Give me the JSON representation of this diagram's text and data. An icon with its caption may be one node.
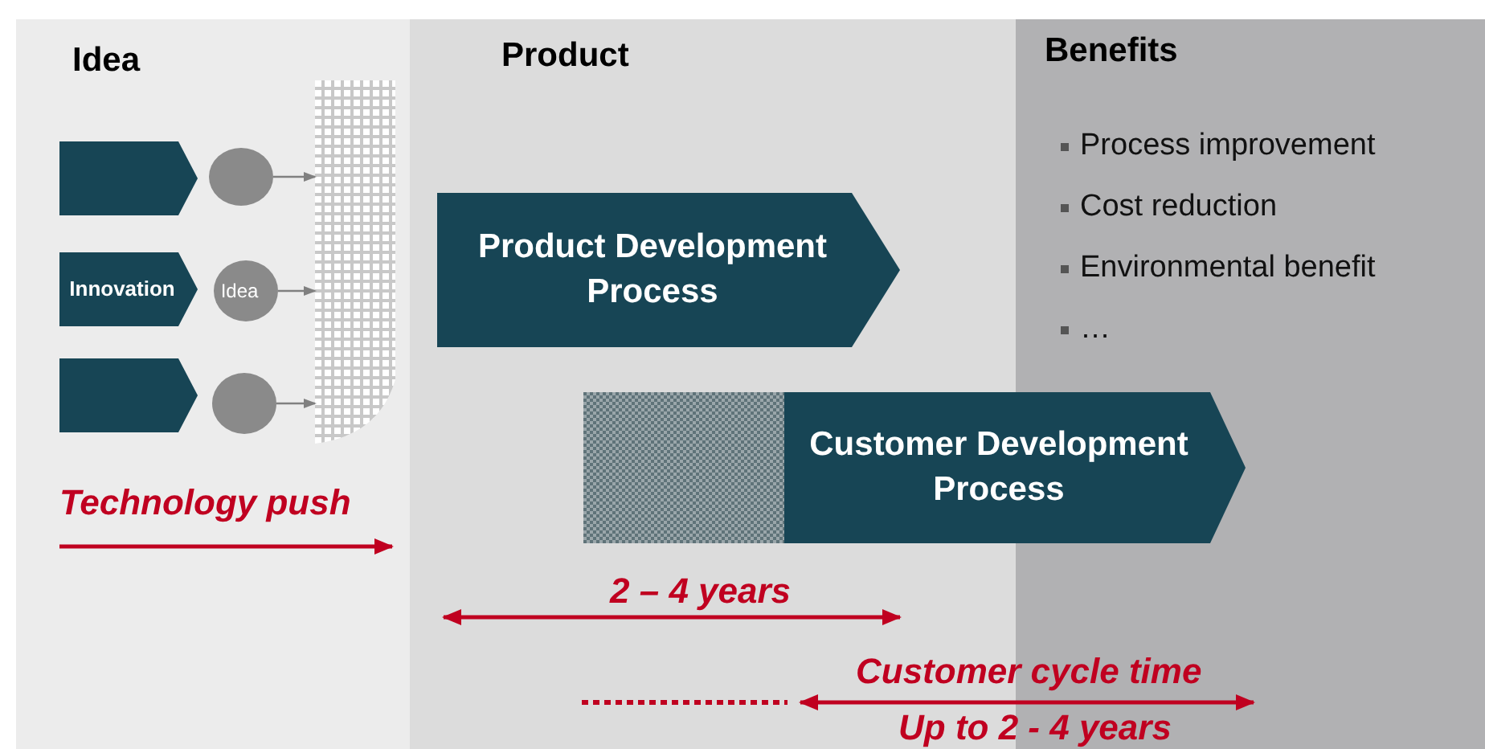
{
  "diagram": {
    "nodes": [
      {
        "text": [
          "Idea"
        ]
      },
      {
        "text": [],
        "shape": "chevron",
        "in": 0
      },
      {
        "text": [],
        "shape": "circle",
        "in": 0
      },
      {
        "text": [
          "Innovation"
        ],
        "in": 0
      },
      {
        "text": [
          "Idea"
        ],
        "in": 0
      },
      {
        "text": [],
        "shape": "chevron",
        "in": 0
      },
      {
        "text": [],
        "shape": "circle",
        "in": 0
      },
      {
        "text": [],
        "shape": "box",
        "in": 0
      },
      {
        "text": [
          "Product"
        ]
      },
      {
        "text": [
          "Product Development Process"
        ],
        "in": 8
      },
      {
        "text": [
          "Benefits",
          "Process improvement",
          "Cost reduction",
          "Environmental benefit",
          "…"
        ]
      },
      {
        "text": [
          "Customer Development Process"
        ]
      }
    ],
    "edges": [
      {
        "from": 2,
        "to": 7,
        "arrow": "to"
      },
      {
        "from": 4,
        "to": 7,
        "arrow": "to"
      },
      {
        "from": 6,
        "to": 7,
        "arrow": "to"
      }
    ],
    "labels": [
      "Technology push",
      "2 – 4 years",
      "Customer cycle time",
      "Up to 2 - 4 years"
    ]
  }
}
